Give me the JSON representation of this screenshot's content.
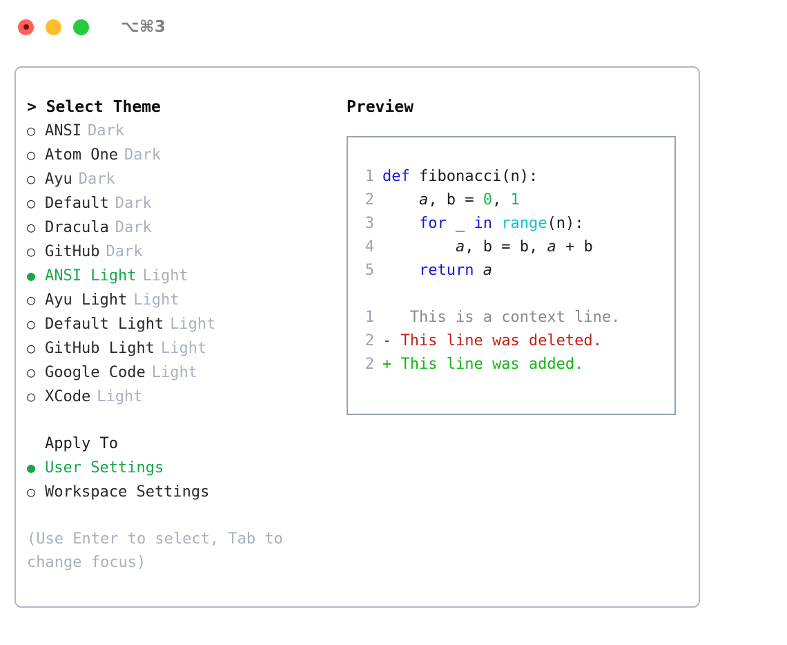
{
  "titlebar": {
    "shortcut": "⌥⌘3",
    "lights": [
      {
        "name": "close",
        "color": "#ff6159"
      },
      {
        "name": "minimize",
        "color": "#ffbd2e"
      },
      {
        "name": "maximize",
        "color": "#28c93f"
      }
    ]
  },
  "left": {
    "header": "> Select Theme",
    "themes": [
      {
        "bullet": "○",
        "name": "ANSI",
        "category": "Dark",
        "selected": false
      },
      {
        "bullet": "○",
        "name": "Atom One",
        "category": "Dark",
        "selected": false
      },
      {
        "bullet": "○",
        "name": "Ayu",
        "category": "Dark",
        "selected": false
      },
      {
        "bullet": "○",
        "name": "Default",
        "category": "Dark",
        "selected": false
      },
      {
        "bullet": "○",
        "name": "Dracula",
        "category": "Dark",
        "selected": false
      },
      {
        "bullet": "○",
        "name": "GitHub",
        "category": "Dark",
        "selected": false
      },
      {
        "bullet": "●",
        "name": "ANSI Light",
        "category": "Light",
        "selected": true
      },
      {
        "bullet": "○",
        "name": "Ayu Light",
        "category": "Light",
        "selected": false
      },
      {
        "bullet": "○",
        "name": "Default Light",
        "category": "Light",
        "selected": false
      },
      {
        "bullet": "○",
        "name": "GitHub Light",
        "category": "Light",
        "selected": false
      },
      {
        "bullet": "○",
        "name": "Google Code",
        "category": "Light",
        "selected": false
      },
      {
        "bullet": "○",
        "name": "XCode",
        "category": "Light",
        "selected": false
      }
    ],
    "apply_to_header": "Apply To",
    "apply_to_options": [
      {
        "bullet": "●",
        "label": "User Settings",
        "selected": true
      },
      {
        "bullet": "○",
        "label": "Workspace Settings",
        "selected": false
      }
    ],
    "hint": "(Use Enter to select, Tab to change focus)"
  },
  "right": {
    "header": "Preview",
    "code_lines": [
      {
        "num": "1",
        "tokens": [
          {
            "t": "def",
            "c": "kw"
          },
          {
            "t": " ",
            "c": "plain"
          },
          {
            "t": "fibonacci(n):",
            "c": "plain"
          }
        ]
      },
      {
        "num": "2",
        "tokens": [
          {
            "t": "    ",
            "c": "plain"
          },
          {
            "t": "a",
            "c": "var"
          },
          {
            "t": ", ",
            "c": "plain"
          },
          {
            "t": "b",
            "c": "plain"
          },
          {
            "t": " = ",
            "c": "plain"
          },
          {
            "t": "0",
            "c": "num"
          },
          {
            "t": ", ",
            "c": "plain"
          },
          {
            "t": "1",
            "c": "num"
          }
        ]
      },
      {
        "num": "3",
        "tokens": [
          {
            "t": "    ",
            "c": "plain"
          },
          {
            "t": "for",
            "c": "kw"
          },
          {
            "t": " _ ",
            "c": "plain"
          },
          {
            "t": "in",
            "c": "kw"
          },
          {
            "t": " ",
            "c": "plain"
          },
          {
            "t": "range",
            "c": "fn"
          },
          {
            "t": "(n):",
            "c": "plain"
          }
        ]
      },
      {
        "num": "4",
        "tokens": [
          {
            "t": "        ",
            "c": "plain"
          },
          {
            "t": "a",
            "c": "var"
          },
          {
            "t": ", ",
            "c": "plain"
          },
          {
            "t": "b",
            "c": "plain"
          },
          {
            "t": " = ",
            "c": "plain"
          },
          {
            "t": "b",
            "c": "plain"
          },
          {
            "t": ", ",
            "c": "plain"
          },
          {
            "t": "a",
            "c": "var"
          },
          {
            "t": " + ",
            "c": "plain"
          },
          {
            "t": "b",
            "c": "plain"
          }
        ]
      },
      {
        "num": "5",
        "tokens": [
          {
            "t": "    ",
            "c": "plain"
          },
          {
            "t": "return",
            "c": "kw"
          },
          {
            "t": " ",
            "c": "plain"
          },
          {
            "t": "a",
            "c": "var"
          }
        ]
      }
    ],
    "diff_lines": [
      {
        "num": "1",
        "marker": " ",
        "text": "  This is a context line.",
        "kind": "diff-ctx"
      },
      {
        "num": "2",
        "marker": "-",
        "text": " This line was deleted.",
        "kind": "diff-del"
      },
      {
        "num": "2",
        "marker": "+",
        "text": " This line was added.",
        "kind": "diff-add"
      }
    ]
  },
  "colors": {
    "accent_green": "#17a74a",
    "muted_gray": "#a9b1bd",
    "keyword_blue": "#1818e0",
    "function_cyan": "#0ec2d6",
    "number_green": "#17b94a",
    "diff_delete_red": "#c41f14",
    "diff_add_green": "#13b512",
    "border_gray": "#b0b9c6"
  }
}
